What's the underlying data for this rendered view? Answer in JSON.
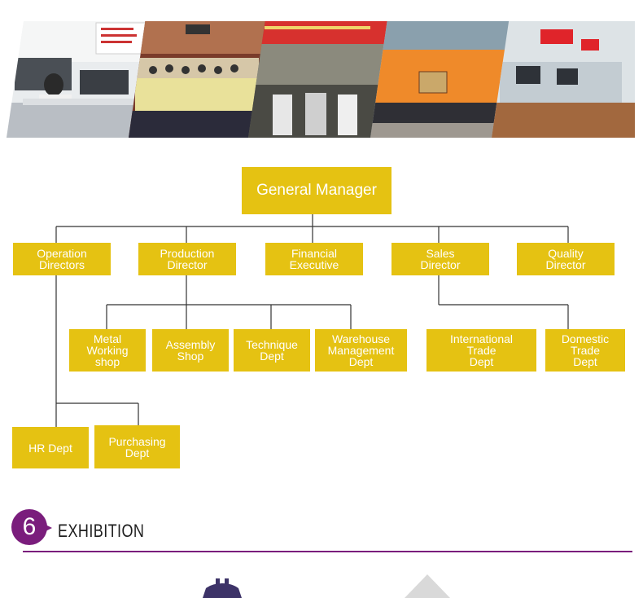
{
  "org_chart": {
    "top": {
      "label": "General Manager"
    },
    "level1": [
      {
        "id": "operation",
        "label": "Operation\nDirectors"
      },
      {
        "id": "production",
        "label": "Production\nDirector"
      },
      {
        "id": "financial",
        "label": "Financial\nExecutive"
      },
      {
        "id": "sales",
        "label": "Sales\nDirector"
      },
      {
        "id": "quality",
        "label": "Quality\nDirector"
      }
    ],
    "production_children": [
      {
        "id": "metal",
        "label": "Metal\nWorking\nshop"
      },
      {
        "id": "assembly",
        "label": "Assembly\nShop"
      },
      {
        "id": "technique",
        "label": "Technique\nDept"
      },
      {
        "id": "warehouse",
        "label": "Warehouse\nManagement\nDept"
      }
    ],
    "sales_children": [
      {
        "id": "international",
        "label": "International\nTrade\nDept"
      },
      {
        "id": "domestic",
        "label": "Domestic\nTrade\nDept"
      }
    ],
    "operation_children": [
      {
        "id": "hr",
        "label": "HR Dept"
      },
      {
        "id": "purchasing",
        "label": "Purchasing\nDept"
      }
    ]
  },
  "section": {
    "number": "6",
    "title": "EXHIBITION"
  },
  "colors": {
    "box": "#e5c212",
    "box_text": "#ffffff",
    "accent": "#7a1d7c",
    "connector": "#333333"
  }
}
